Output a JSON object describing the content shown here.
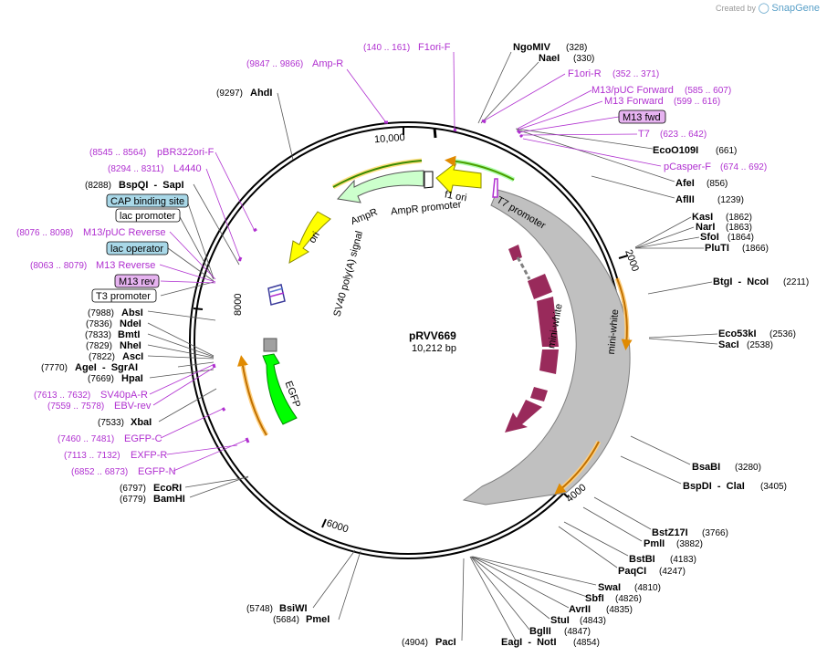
{
  "credit": {
    "prefix": "Created by",
    "brand": "SnapGene"
  },
  "plasmid": {
    "name": "pRVV669",
    "length_label": "10,212 bp"
  },
  "ticks": [
    "10,000",
    "2000",
    "4000",
    "6000",
    "8000"
  ],
  "enzymes": [
    {
      "name": "NgoMIV",
      "pos": "(328)"
    },
    {
      "name": "NaeI",
      "pos": "(330)"
    },
    {
      "name": "EcoO109I",
      "pos": "(661)"
    },
    {
      "name": "AfeI",
      "pos": "(856)"
    },
    {
      "name": "AflII",
      "pos": "(1239)"
    },
    {
      "name": "KasI",
      "pos": "(1862)"
    },
    {
      "name": "NarI",
      "pos": "(1863)"
    },
    {
      "name": "SfoI",
      "pos": "(1864)"
    },
    {
      "name": "PluTI",
      "pos": "(1866)"
    },
    {
      "name": "BtgI  -  NcoI",
      "pos": "(2211)"
    },
    {
      "name": "Eco53kI",
      "pos": "(2536)"
    },
    {
      "name": "SacI",
      "pos": "(2538)"
    },
    {
      "name": "BsaBI",
      "pos": "(3280)"
    },
    {
      "name": "BspDI  -  ClaI",
      "pos": "(3405)"
    },
    {
      "name": "BstZ17I",
      "pos": "(3766)"
    },
    {
      "name": "PmlI",
      "pos": "(3882)"
    },
    {
      "name": "BstBI",
      "pos": "(4183)"
    },
    {
      "name": "PaqCI",
      "pos": "(4247)"
    },
    {
      "name": "SwaI",
      "pos": "(4810)"
    },
    {
      "name": "SbfI",
      "pos": "(4826)"
    },
    {
      "name": "AvrII",
      "pos": "(4835)"
    },
    {
      "name": "StuI",
      "pos": "(4843)"
    },
    {
      "name": "BglII",
      "pos": "(4847)"
    },
    {
      "name": "EagI  -  NotI",
      "pos": "(4854)"
    },
    {
      "name": "PacI",
      "pos": "(4904)"
    },
    {
      "name": "PmeI",
      "pos": "(5684)"
    },
    {
      "name": "BsiWI",
      "pos": "(5748)"
    },
    {
      "name": "BamHI",
      "pos": "(6779)"
    },
    {
      "name": "EcoRI",
      "pos": "(6797)"
    },
    {
      "name": "XbaI",
      "pos": "(7533)"
    },
    {
      "name": "HpaI",
      "pos": "(7669)"
    },
    {
      "name": "AgeI  -  SgrAI",
      "pos": "(7770)"
    },
    {
      "name": "AscI",
      "pos": "(7822)"
    },
    {
      "name": "NheI",
      "pos": "(7829)"
    },
    {
      "name": "BmtI",
      "pos": "(7833)"
    },
    {
      "name": "NdeI",
      "pos": "(7836)"
    },
    {
      "name": "AbsI",
      "pos": "(7988)"
    },
    {
      "name": "BspQI  -  SapI",
      "pos": "(8288)"
    },
    {
      "name": "AhdI",
      "pos": "(9297)"
    }
  ],
  "primers": [
    {
      "name": "F1ori-F",
      "pos": "(140 .. 161)"
    },
    {
      "name": "Amp-R",
      "pos": "(9847 .. 9866)"
    },
    {
      "name": "F1ori-R",
      "pos": "(352 .. 371)"
    },
    {
      "name": "M13/pUC Forward",
      "pos": "(585 .. 607)"
    },
    {
      "name": "M13 Forward",
      "pos": "(599 .. 616)"
    },
    {
      "name": "T7",
      "pos": "(623 .. 642)"
    },
    {
      "name": "pCasper-F",
      "pos": "(674 .. 692)"
    },
    {
      "name": "pBR322ori-F",
      "pos": "(8545 .. 8564)"
    },
    {
      "name": "L4440",
      "pos": "(8294 .. 8311)"
    },
    {
      "name": "M13/pUC Reverse",
      "pos": "(8076 .. 8098)"
    },
    {
      "name": "M13 Reverse",
      "pos": "(8063 .. 8079)"
    },
    {
      "name": "SV40pA-R",
      "pos": "(7613 .. 7632)"
    },
    {
      "name": "EBV-rev",
      "pos": "(7559 .. 7578)"
    },
    {
      "name": "EGFP-C",
      "pos": "(7460 .. 7481)"
    },
    {
      "name": "EXFP-R",
      "pos": "(7113 .. 7132)"
    },
    {
      "name": "EGFP-N",
      "pos": "(6852 .. 6873)"
    }
  ],
  "boxed_features": [
    {
      "name": "M13 fwd",
      "color": "#e6b3f0"
    },
    {
      "name": "CAP binding site",
      "color": "#a9d8e8"
    },
    {
      "name": "lac promoter",
      "color": "#ffffff"
    },
    {
      "name": "lac operator",
      "color": "#a9d8e8"
    },
    {
      "name": "M13 rev",
      "color": "#e6b3f0"
    },
    {
      "name": "T3 promoter",
      "color": "#ffffff"
    }
  ],
  "features": [
    {
      "name": "f1 ori",
      "color": "#ffff00"
    },
    {
      "name": "AmpR promoter",
      "color": "#ffffff"
    },
    {
      "name": "AmpR",
      "color": "#ccffcc"
    },
    {
      "name": "ori",
      "color": "#ffff00"
    },
    {
      "name": "T7 promoter",
      "color": "#ffffff"
    },
    {
      "name": "mini-white",
      "color": "#c0c0c0"
    },
    {
      "name": "mini-white",
      "color": "#992a5b"
    },
    {
      "name": "SV40 poly(A) signal",
      "color": "#ffffff"
    },
    {
      "name": "EGFP",
      "color": "#00ff00"
    }
  ]
}
